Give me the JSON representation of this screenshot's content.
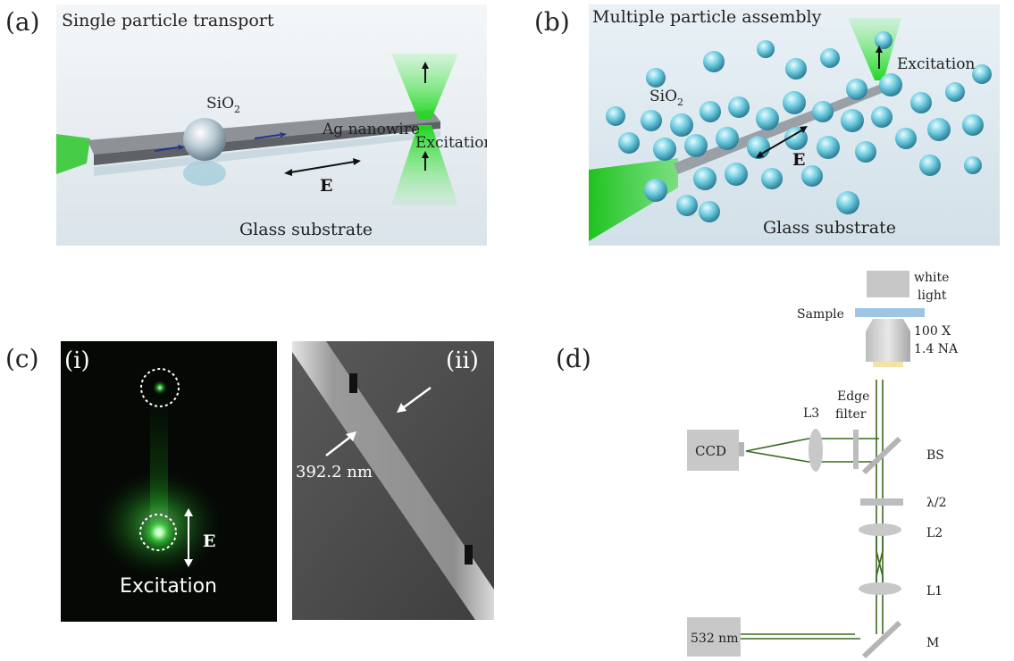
{
  "panel_a": {
    "tag": "(a)",
    "title": "Single particle transport",
    "particle_base": "SiO",
    "particle_sub": "2",
    "wire_label": "Ag nanowire",
    "excitation": "Excitation",
    "field": "E",
    "substrate": "Glass substrate"
  },
  "panel_b": {
    "tag": "(b)",
    "title": "Multiple particle assembly",
    "particle_base": "SiO",
    "particle_sub": "2",
    "excitation": "Excitation",
    "field": "E",
    "substrate": "Glass substrate"
  },
  "panel_c": {
    "tag": "(c)",
    "sub_i": "(i)",
    "sub_ii": "(ii)",
    "field": "E",
    "excitation": "Excitation",
    "width_label": "392.2 nm"
  },
  "panel_d": {
    "tag": "(d)",
    "white_light_1": "white",
    "white_light_2": "light",
    "sample": "Sample",
    "objective_1": "100 X",
    "objective_2": "1.4 NA",
    "edge_filter_1": "Edge",
    "edge_filter_2": "filter",
    "l3": "L3",
    "ccd": "CCD",
    "bs": "BS",
    "half_wave": "λ/2",
    "l2": "L2",
    "l1": "L1",
    "laser": "532 nm",
    "mirror": "M"
  },
  "colors": {
    "beam_green": "#3bd13b",
    "beam_line": "#3a6b1e",
    "particle_cyan": "#5fc6dc",
    "nanowire_gray": "#8a8e94"
  }
}
